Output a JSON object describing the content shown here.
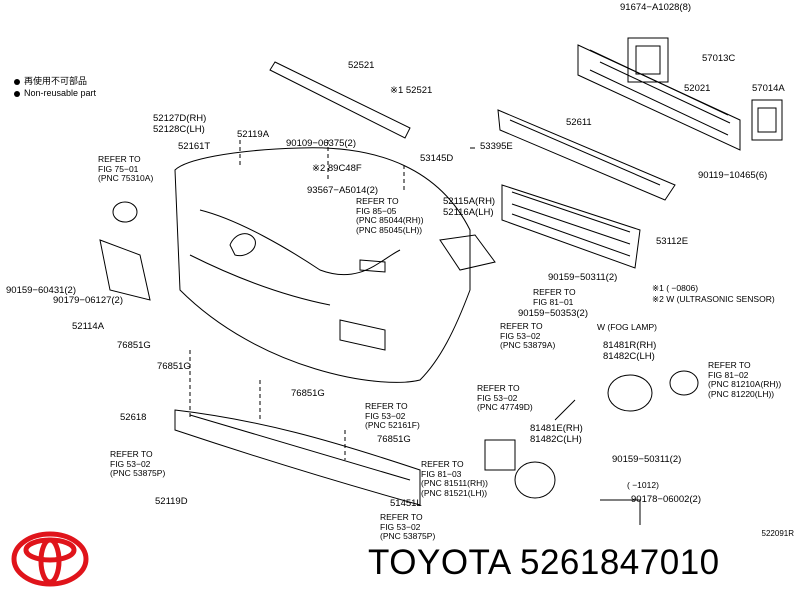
{
  "legend": [
    {
      "text": "再使用不可部品"
    },
    {
      "text": "Non-reusable part"
    }
  ],
  "part_labels": {
    "p91674": "91674−A1028(8)",
    "p57013c": "57013C",
    "p52021": "52021",
    "p57014a": "57014A",
    "p52521a": "52521",
    "p52521b": "※1 52521",
    "p52611": "52611",
    "p52127d": "52127D(RH)",
    "p52128c": "52128C(LH)",
    "p52119a": "52119A",
    "p52161t": "52161T",
    "p90109": "90109−06375(2)",
    "p53145d": "53145D",
    "p53395e": "53395E",
    "p89c48f": "※2 89C48F",
    "p90119": "90119−10465(6)",
    "p93567": "93567−A5014(2)",
    "p52115a": "52115A(RH)",
    "p52116a": "52116A(LH)",
    "p53112e": "53112E",
    "p90159a": "90159−50311(2)",
    "p90159b": "90159−60431(2)",
    "p90179": "90179−06127(2)",
    "p52114a": "52114A",
    "p90159c": "90159−50353(2)",
    "p76851g1": "76851G",
    "p76851g2": "76851G",
    "p76851g3": "76851G",
    "p76851g4": "76851G",
    "p52618": "52618",
    "p52119d": "52119D",
    "p51451l": "51451L",
    "p81481r": "81481R(RH)",
    "p81482c": "81482C(LH)",
    "p81481e": "81481E(RH)",
    "p81482cl": "81482C(LH)",
    "p90159d": "90159−50311(2)",
    "p90178": "90178−06002(2)"
  },
  "refs": {
    "r1": "REFER TO\nFIG 75−01\n(PNC 75310A)",
    "r2": "REFER TO\nFIG 85−05\n(PNC 85044(RH))\n(PNC 85045(LH))",
    "r3": "REFER TO\nFIG 81−01",
    "r4": "REFER TO\nFIG 53−02\n(PNC 53879A)",
    "r5": "REFER TO\nFIG 53−02\n(PNC 47749D)",
    "r6": "REFER TO\nFIG 53−02\n(PNC 52161F)",
    "r7": "REFER TO\nFIG 53−02\n(PNC 53875P)",
    "r8": "REFER TO\nFIG 53−02\n(PNC 53875P)",
    "r9": "REFER TO\nFIG 81−02\n(PNC 81210A(RH))\n(PNC 81220(LH))",
    "r10": "REFER TO\nFIG 81−03\n(PNC 81511(RH))\n(PNC 81521(LH))"
  },
  "notes": {
    "n1": "※1 (       −0806)",
    "n2": "※2 W (ULTRASONIC SENSOR)",
    "n3": "W (FOG LAMP)",
    "n4": "(       −1012)"
  },
  "footer": {
    "diagram_code": "522091R",
    "brand": "TOYOTA",
    "part_number": "5261847010"
  },
  "colors": {
    "ink": "#000000",
    "brand_red": "#e0141b",
    "background": "#ffffff"
  }
}
